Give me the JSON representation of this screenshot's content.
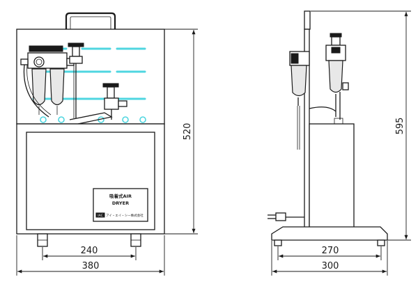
{
  "dimensions": {
    "front_width": "380",
    "front_feet_spacing": "240",
    "front_height": "520",
    "side_depth": "300",
    "side_feet_spacing": "270",
    "side_height": "595"
  },
  "nameplate": {
    "line1": "吸着式AIR",
    "line2": "DRYER",
    "maker": "アイ・エイ・シー株式会社",
    "logo": "IAC"
  },
  "colors": {
    "outline": "#1a1a1a",
    "highlight": "#4fd6e0"
  }
}
